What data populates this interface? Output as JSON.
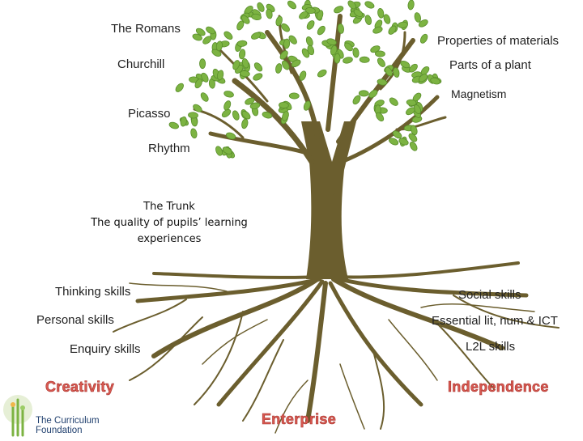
{
  "branches": {
    "left": [
      "The Romans",
      "Churchill",
      "Picasso",
      "Rhythm"
    ],
    "right": [
      "Properties of materials",
      "Parts of a plant",
      "Magnetism"
    ]
  },
  "trunk": {
    "line1": "The Trunk",
    "line2": "The quality of pupils’ learning",
    "line3": "experiences"
  },
  "roots": {
    "left": [
      "Thinking skills",
      "Personal skills",
      "Enquiry skills"
    ],
    "right": [
      "Social skills",
      "Essential lit, num & ICT",
      "L2L skills"
    ]
  },
  "themes": {
    "creativity": "Creativity",
    "independence": "Independence",
    "enterprise": "Enterprise"
  },
  "logo": {
    "line1": "The Curriculum",
    "line2": "Foundation"
  },
  "colors": {
    "leaf": "#7cb342",
    "leaf_edge": "#5a8e2c",
    "bark": "#6b5e2e",
    "theme_text": "#d95a52",
    "logo_text": "#1f3f6e"
  }
}
